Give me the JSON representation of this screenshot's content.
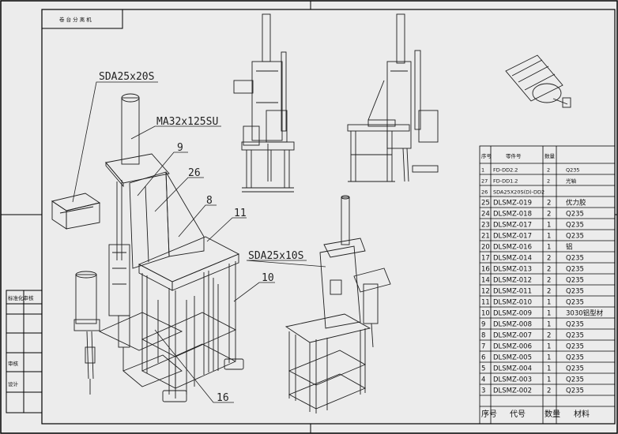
{
  "title_tab": "卷 台 分 离 机",
  "callouts": [
    {
      "id": "sda25x20s",
      "text": "SDA25x20S"
    },
    {
      "id": "ma32x125su",
      "text": "MA32x125SU"
    },
    {
      "id": "n9",
      "text": "9"
    },
    {
      "id": "n26",
      "text": "26"
    },
    {
      "id": "n8",
      "text": "8"
    },
    {
      "id": "n11",
      "text": "11"
    },
    {
      "id": "sda25x10s",
      "text": "SDA25x10S"
    },
    {
      "id": "n10",
      "text": "10"
    },
    {
      "id": "n16",
      "text": "16"
    }
  ],
  "side_labels": [
    "标准化审核",
    "",
    "",
    "审核",
    "设计",
    ""
  ],
  "bom": {
    "header": {
      "seq": "序号",
      "code": "代号",
      "qty": "数量",
      "material": "材料"
    },
    "top_header": {
      "seq": "序号",
      "code": "零件号",
      "qty": "数量",
      "material": ""
    },
    "rows": [
      {
        "seq": "1",
        "code": "FD-DD2.2",
        "qty": "2",
        "material": "Q235"
      },
      {
        "seq": "27",
        "code": "FD-DD1.2",
        "qty": "2",
        "material": "光轴"
      },
      {
        "seq": "26",
        "code": "SDA25X20S(D)-DD2",
        "qty": "",
        "material": ""
      },
      {
        "seq": "25",
        "code": "DLSMZ-019",
        "qty": "2",
        "material": "优力胶"
      },
      {
        "seq": "24",
        "code": "DLSMZ-018",
        "qty": "2",
        "material": "Q235"
      },
      {
        "seq": "23",
        "code": "DLSMZ-017",
        "qty": "1",
        "material": "Q235"
      },
      {
        "seq": "21",
        "code": "DLSMZ-017",
        "qty": "1",
        "material": "Q235"
      },
      {
        "seq": "20",
        "code": "DLSMZ-016",
        "qty": "1",
        "material": "铝"
      },
      {
        "seq": "17",
        "code": "DLSMZ-014",
        "qty": "2",
        "material": "Q235"
      },
      {
        "seq": "16",
        "code": "DLSMZ-013",
        "qty": "2",
        "material": "Q235"
      },
      {
        "seq": "14",
        "code": "DLSMZ-012",
        "qty": "2",
        "material": "Q235"
      },
      {
        "seq": "12",
        "code": "DLSMZ-011",
        "qty": "2",
        "material": "Q235"
      },
      {
        "seq": "11",
        "code": "DLSMZ-010",
        "qty": "1",
        "material": "Q235"
      },
      {
        "seq": "10",
        "code": "DLSMZ-009",
        "qty": "1",
        "material": "3030铝型材"
      },
      {
        "seq": "9",
        "code": "DLSMZ-008",
        "qty": "1",
        "material": "Q235"
      },
      {
        "seq": "8",
        "code": "DLSMZ-007",
        "qty": "2",
        "material": "Q235"
      },
      {
        "seq": "7",
        "code": "DLSMZ-006",
        "qty": "1",
        "material": "Q235"
      },
      {
        "seq": "6",
        "code": "DLSMZ-005",
        "qty": "1",
        "material": "Q235"
      },
      {
        "seq": "5",
        "code": "DLSMZ-004",
        "qty": "1",
        "material": "Q235"
      },
      {
        "seq": "4",
        "code": "DLSMZ-003",
        "qty": "1",
        "material": "Q235"
      },
      {
        "seq": "3",
        "code": "DLSMZ-002",
        "qty": "2",
        "material": "Q235"
      }
    ]
  },
  "colors": {
    "paper": "#ececec",
    "line": "#1e1e1e",
    "frame": "#000000"
  }
}
